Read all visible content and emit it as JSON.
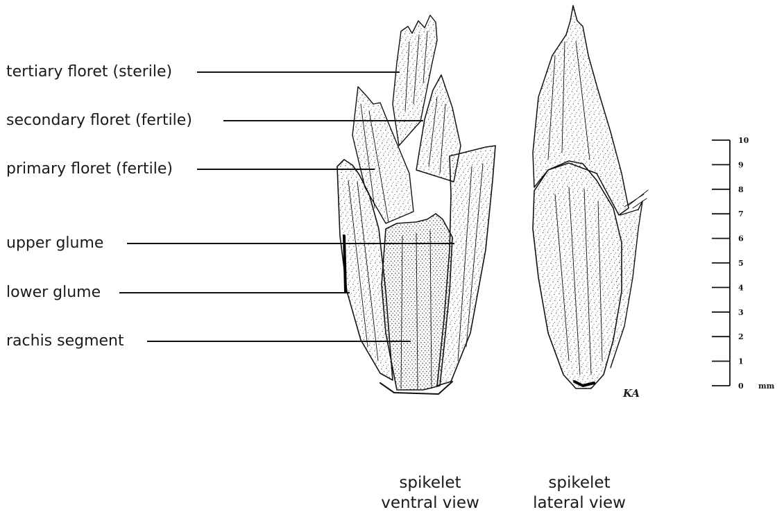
{
  "labels": {
    "tertiary": "tertiary floret (sterile)",
    "secondary": "secondary floret (fertile)",
    "primary": "primary floret (fertile)",
    "upper_glume": "upper glume",
    "lower_glume": "lower glume",
    "rachis": "rachis segment"
  },
  "captions": {
    "ventral_1": "spikelet",
    "ventral_2": "ventral view",
    "lateral_1": "spikelet",
    "lateral_2": "lateral view"
  },
  "scale": {
    "ticks": [
      "0",
      "1",
      "2",
      "3",
      "4",
      "5",
      "6",
      "7",
      "8",
      "9",
      "10"
    ],
    "unit": "mm"
  },
  "signature": "KA"
}
